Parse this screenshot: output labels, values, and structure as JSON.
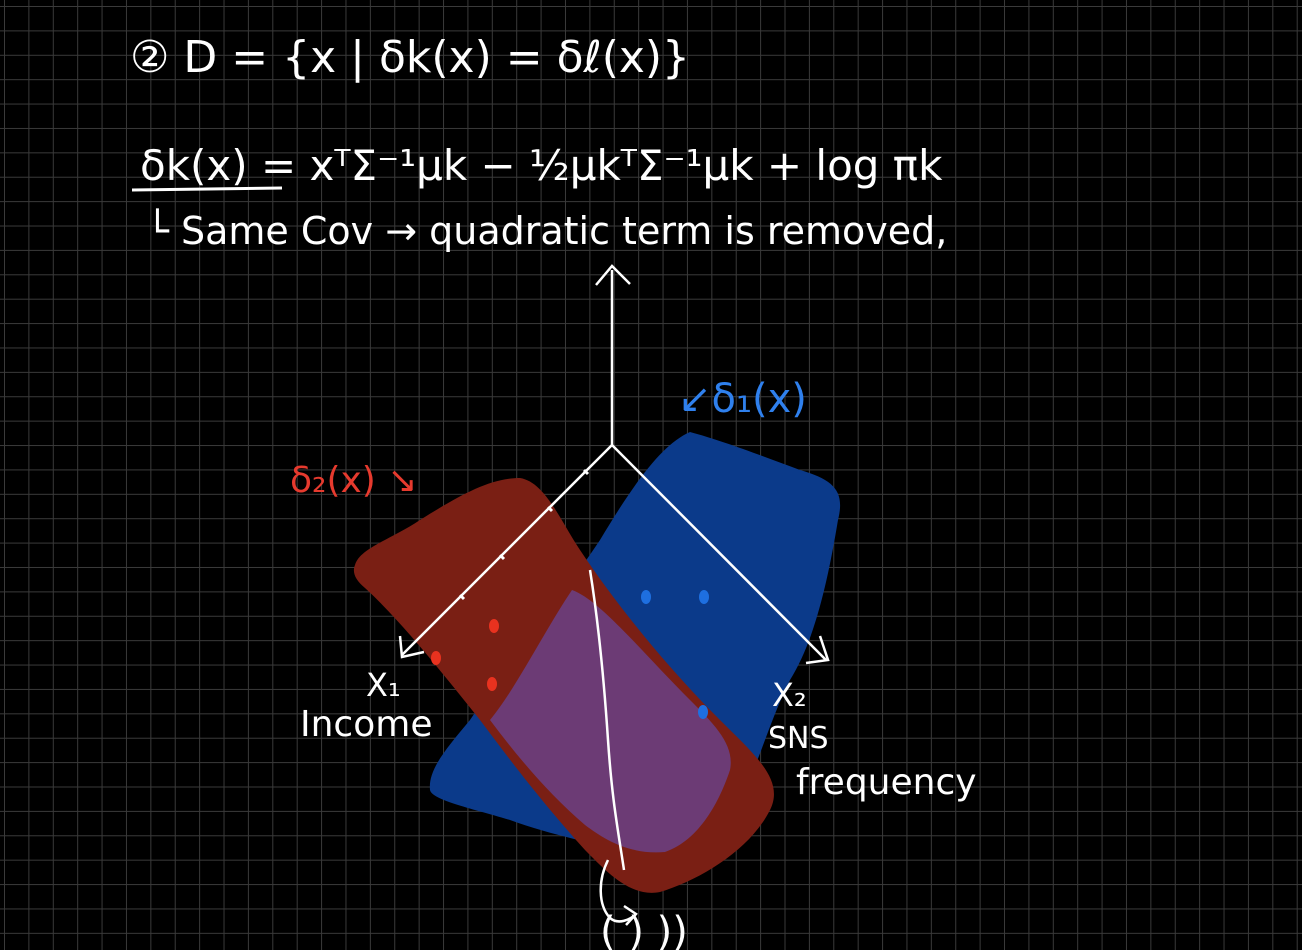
{
  "note": {
    "line1": "② D = {x | δk(x) = δℓ(x)}",
    "line2": "δk(x) = xᵀΣ⁻¹μk − ½μkᵀΣ⁻¹μk + log πk",
    "line3": "└ Same Cov → quadratic term is removed,"
  },
  "diagram": {
    "class1_label": "↙δ₁(x)",
    "class2_label": "δ₂(x) ↘",
    "axis_x1_name": "X₁",
    "axis_x1_label": "Income",
    "axis_x2_name": "X₂",
    "axis_x2_label_line1": "SNS",
    "axis_x2_label_line2": "frequency",
    "boundary_label": "( ) ))"
  },
  "colors": {
    "background": "#000000",
    "grid": "#3a3a3a",
    "ink": "#ffffff",
    "class1_fill": "#0b3a8a",
    "class2_fill": "#7a1f14",
    "overlap_fill": "#6b3d7a",
    "class1_point": "#1e6fe0",
    "class2_point": "#e8321f"
  }
}
